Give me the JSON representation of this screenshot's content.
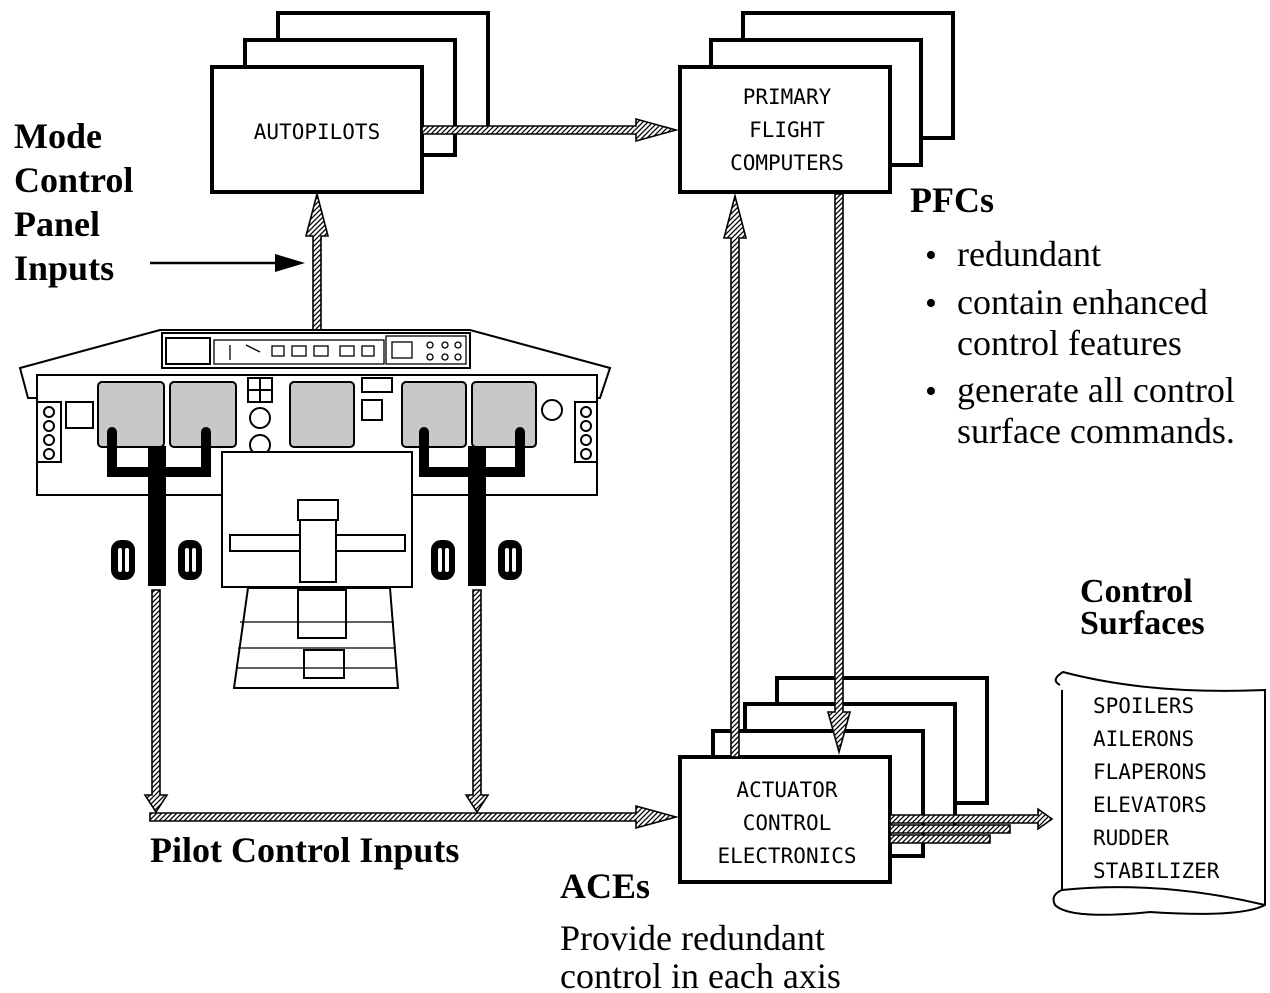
{
  "boxes": {
    "autopilots": [
      "AUTOPILOTS"
    ],
    "pfc": [
      "PRIMARY",
      "FLIGHT",
      "COMPUTERS"
    ],
    "ace": [
      "ACTUATOR",
      "CONTROL",
      "ELECTRONICS"
    ]
  },
  "labels": {
    "mcp": [
      "Mode",
      "Control",
      "Panel",
      "Inputs"
    ],
    "pilot_inputs": "Pilot Control Inputs",
    "control_surfaces": [
      "Control",
      "Surfaces"
    ]
  },
  "pfcs": {
    "heading": "PFCs",
    "bullets": [
      [
        "redundant"
      ],
      [
        "contain enhanced",
        "control features"
      ],
      [
        "generate all control",
        "surface commands."
      ]
    ]
  },
  "aces": {
    "heading": "ACEs",
    "lines": [
      "Provide redundant",
      "control in each axis"
    ]
  },
  "surfaces": [
    "SPOILERS",
    "AILERONS",
    "FLAPERONS",
    "ELEVATORS",
    "RUDDER",
    "STABILIZER"
  ]
}
